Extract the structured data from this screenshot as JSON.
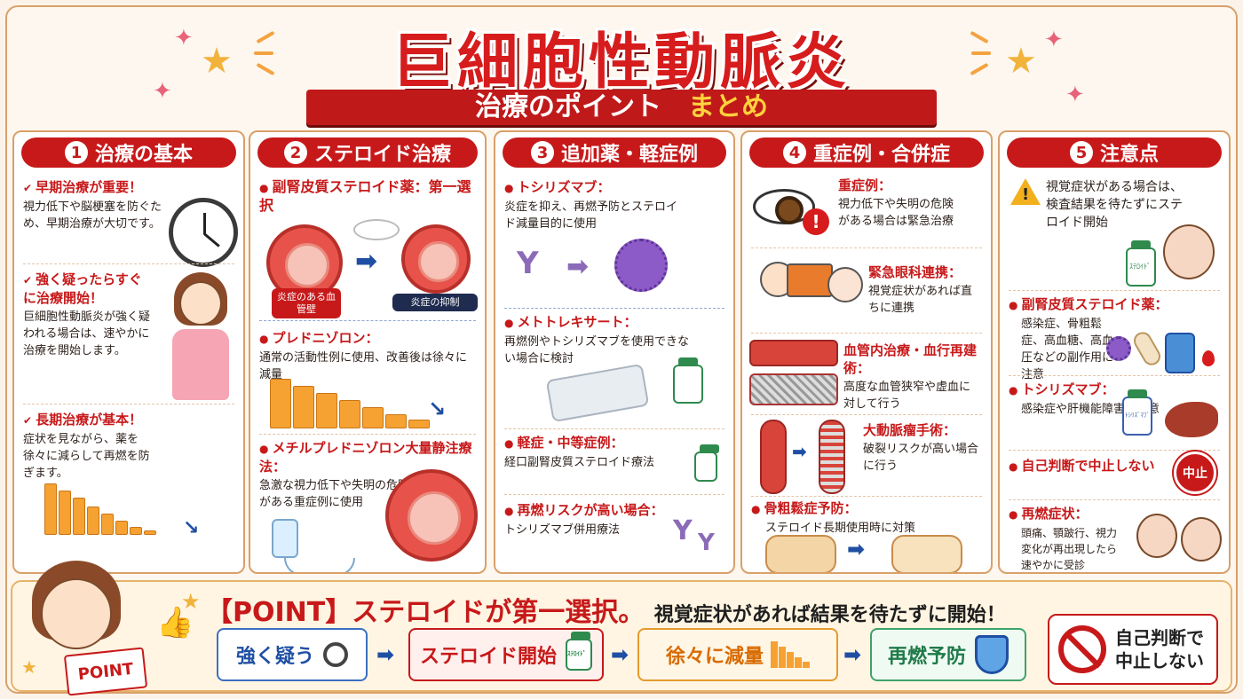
{
  "header": {
    "title": "巨細胞性動脈炎",
    "subtitle_main": "治療のポイント",
    "subtitle_highlight": "まとめ"
  },
  "columns": [
    {
      "num": "1",
      "title": "治療の基本",
      "s1_head": "早期治療が重要！",
      "s1_text": "視力低下や脳梗塞を防ぐため、早期治療が大切です。",
      "s2_head": "強く疑ったらすぐに治療開始！",
      "s2_text": "巨細胞性動脈炎が強く疑われる場合は、速やかに治療を開始します。",
      "s3_head": "長期治療が基本！",
      "s3_text": "症状を見ながら、薬を徐々に減らして再燃を防ぎます。"
    },
    {
      "num": "2",
      "title": "ステロイド治療",
      "s1_head": "副腎皮質ステロイド薬：第一選択",
      "label_a": "炎症のある血管壁",
      "label_b": "炎症の抑制",
      "s2_head": "プレドニゾロン：",
      "s2_text": "通常の活動性例に使用、改善後は徐々に減量",
      "s3_head": "メチルプレドニゾロン大量静注療法：",
      "s3_text": "急激な視力低下や失明の危険がある重症例に使用"
    },
    {
      "num": "3",
      "title": "追加薬・軽症例",
      "s1_head": "トシリズマブ：",
      "s1_text": "炎症を抑え、再燃予防とステロイド減量目的に使用",
      "s2_head": "メトトレキサート：",
      "s2_text": "再燃例やトシリズマブを使用できない場合に検討",
      "s3_head": "軽症・中等症例：",
      "s3_text": "経口副腎皮質ステロイド療法",
      "s4_head": "再燃リスクが高い場合：",
      "s4_text": "トシリズマブ併用療法"
    },
    {
      "num": "4",
      "title": "重症例・合併症",
      "s1_head": "重症例：",
      "s1_text": "視力低下や失明の危険がある場合は緊急治療",
      "s2_head": "緊急眼科連携：",
      "s2_text": "視覚症状があれば直ちに連携",
      "s3_head": "血管内治療・血行再建術：",
      "s3_text": "高度な血管狭窄や虚血に対して行う",
      "s4_head": "大動脈瘤手術：",
      "s4_text": "破裂リスクが高い場合に行う",
      "s5_head": "骨粗鬆症予防：",
      "s5_text": "ステロイド長期使用時に対策"
    },
    {
      "num": "5",
      "title": "注意点",
      "s1_text": "視覚症状がある場合は、検査結果を待たずにステロイド開始",
      "bottle_label": "ｽﾃﾛｲﾄﾞ",
      "s2_head": "副腎皮質ステロイド薬：",
      "s2_text": "感染症、骨粗鬆症、高血糖、高血圧などの副作用に注意",
      "s3_head": "トシリズマブ：",
      "s3_text": "感染症や肝機能障害に注意",
      "bottle2_label": "ﾄｼﾘｽﾞﾏﾌﾞ",
      "s4_head": "自己判断で中止しない",
      "stop": "中止",
      "s5_head": "再燃症状：",
      "s5_text": "頭痛、顎跛行、視力変化が再出現したら速やかに受診"
    }
  ],
  "bottom": {
    "point_label": "【POINT】ステロイドが第一選択。",
    "point_rest": "視覚症状があれば結果を待たずに開始！",
    "badge": "POINT",
    "flow": [
      "強く疑う",
      "ステロイド開始",
      "徐々に減量",
      "再燃予防"
    ],
    "flow_bottle": "ｽﾃﾛｲﾄﾞ",
    "no_stop": [
      "自己判断で",
      "中止しない"
    ]
  },
  "colors": {
    "accent": "#c7191a",
    "arrow": "#1f4fa3",
    "step": "#f6a233"
  }
}
